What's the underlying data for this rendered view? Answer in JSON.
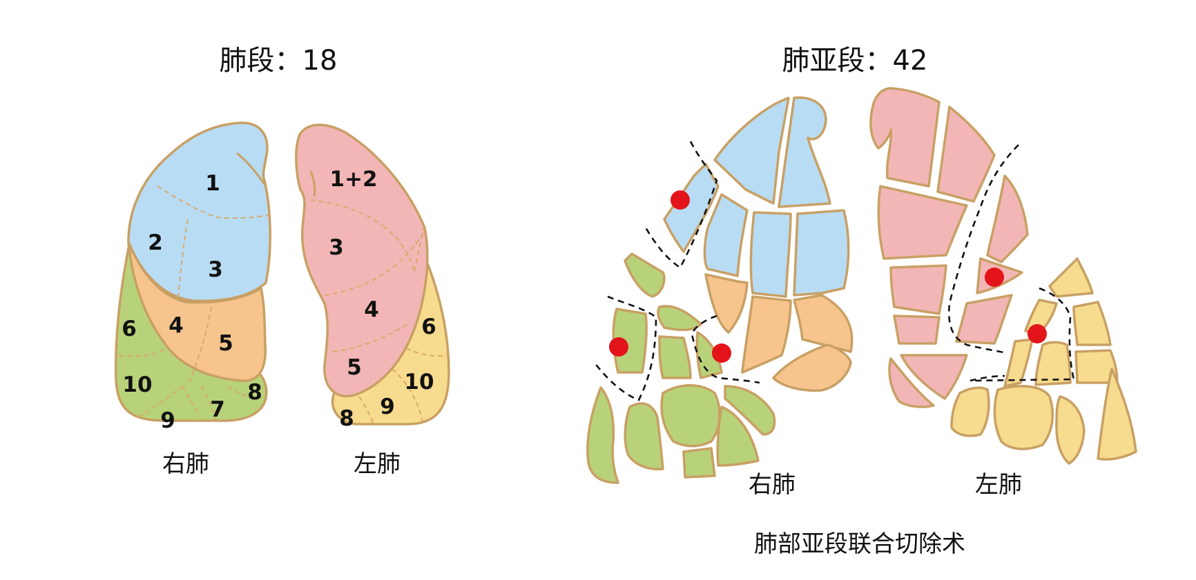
{
  "left_panel": {
    "title": "肺段：18",
    "right_lung": {
      "label": "右肺",
      "segments": [
        "1",
        "2",
        "3",
        "4",
        "5",
        "6",
        "7",
        "8",
        "9",
        "10"
      ]
    },
    "left_lung": {
      "label": "左肺",
      "segments": [
        "1+2",
        "3",
        "4",
        "5",
        "6",
        "8",
        "9",
        "10"
      ]
    }
  },
  "right_panel": {
    "title": "肺亚段：42",
    "right_lung_label": "右肺",
    "left_lung_label": "左肺",
    "caption": "肺部亚段联合切除术"
  },
  "colors": {
    "upper_lobe_right": "#b8dcf4",
    "middle_lobe": "#f6c48c",
    "lower_lobe_right": "#b8d27a",
    "upper_lobe_left": "#f3b6b6",
    "lower_lobe_left": "#f7db8e",
    "outline": "#c8a064",
    "resection_marker": "#e3141a"
  }
}
